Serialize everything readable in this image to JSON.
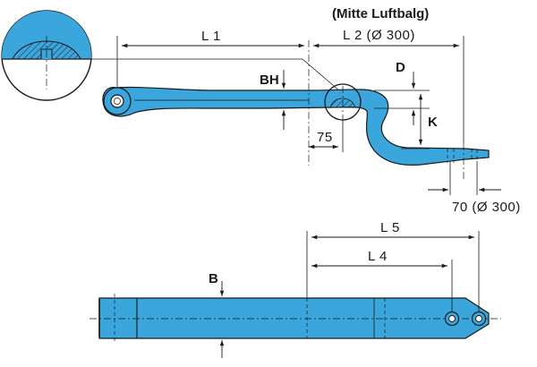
{
  "labels": {
    "mitte": "(Mitte Luftbalg)",
    "l1": "L 1",
    "l2": "L 2 (Ø 300)",
    "bh": "BH",
    "d": "D",
    "k": "K",
    "d75": "75",
    "d70": "70 (Ø 300)",
    "l5": "L 5",
    "l4": "L 4",
    "b": "B"
  },
  "colors": {
    "part": "#3aa6dc",
    "line": "#1a1a1a"
  }
}
